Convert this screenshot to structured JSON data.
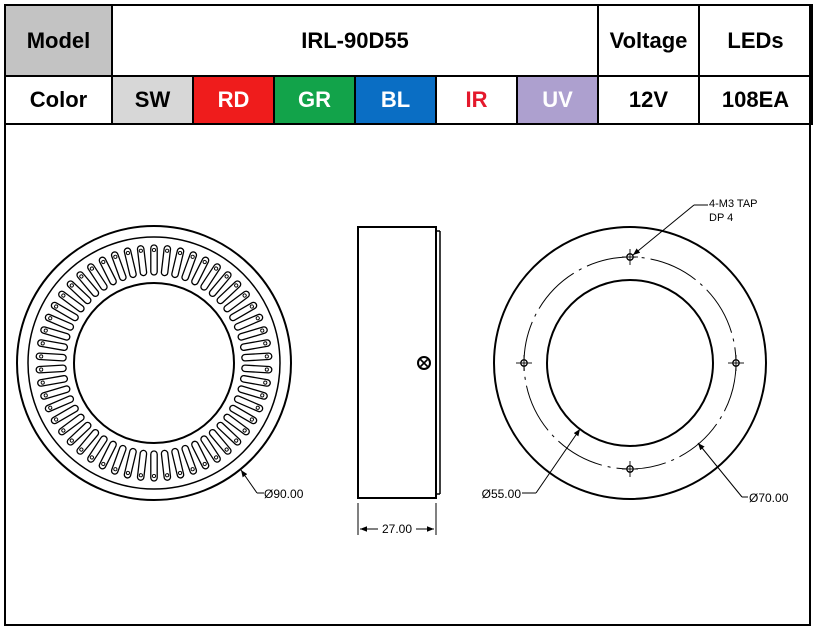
{
  "spec_table": {
    "model_label": "Model",
    "model_value": "IRL-90D55",
    "voltage_label": "Voltage",
    "leds_label": "LEDs",
    "color_label": "Color",
    "colors": [
      "SW",
      "RD",
      "GR",
      "BL",
      "IR",
      "UV"
    ],
    "color_swatches": {
      "SW": "#d7d7d7",
      "RD": "#ef1c1c",
      "GR": "#12a34a",
      "BL": "#0a6ec4",
      "IR": "#ffffff",
      "UV": "#ada0cf"
    },
    "voltage_value": "12V",
    "leds_value": "108EA"
  },
  "drawing": {
    "front_view": {
      "dim_outer": "Ø90.00"
    },
    "side_view": {
      "dim_thickness": "27.00"
    },
    "back_view": {
      "tap_note_line1": "4-M3 TAP",
      "tap_note_line2": "DP 4",
      "dim_inner": "Ø55.00",
      "dim_pcd": "Ø70.00"
    }
  }
}
